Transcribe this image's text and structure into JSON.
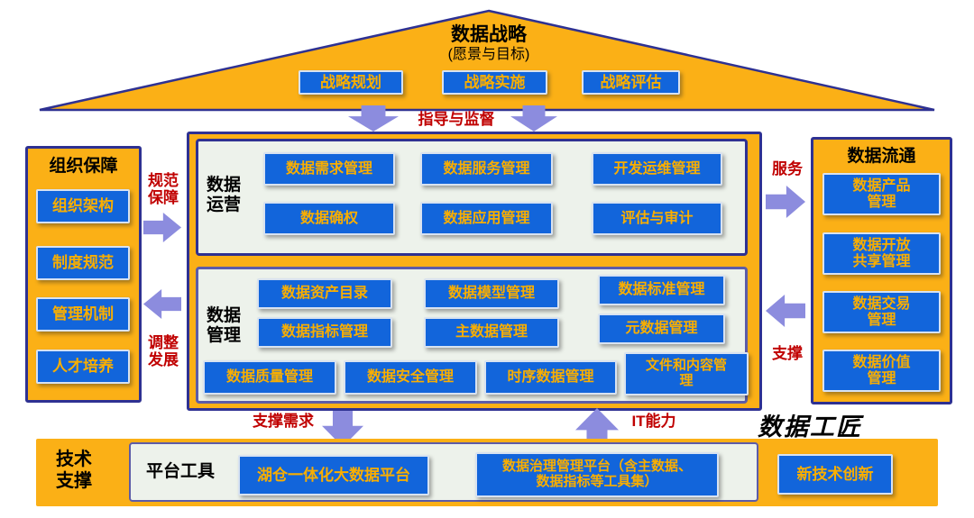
{
  "colors": {
    "orange": "#FBB016",
    "navy_border": "#2E3192",
    "purple_border": "#5C5CA8",
    "button_blue": "#1265DB",
    "button_text_gold": "#F9AE00",
    "label_red": "#C00000",
    "arrow_purple": "#8C8CDE",
    "inner_panel_bg": "#EDF2EB"
  },
  "roof": {
    "title": "数据战略",
    "subtitle": "(愿景与目标)",
    "buttons": [
      "战略规划",
      "战略实施",
      "战略评估"
    ]
  },
  "labels": {
    "guidance": "指导与监督",
    "norm_guarantee": "规范\n保障",
    "adjust_develop": "调整\n发展",
    "service": "服务",
    "support": "支撑",
    "support_demand": "支撑需求",
    "it_capability": "IT能力",
    "data_craftsman": "数据工匠"
  },
  "org_panel": {
    "title": "组织保障",
    "items": [
      "组织架构",
      "制度规范",
      "管理机制",
      "人才培养"
    ]
  },
  "ops_section": {
    "label": "数据\n运营",
    "rows": [
      [
        "数据需求管理",
        "数据服务管理",
        "开发运维管理"
      ],
      [
        "数据确权",
        "数据应用管理",
        "评估与审计"
      ]
    ]
  },
  "mgmt_section": {
    "label": "数据\n管理",
    "rows": [
      [
        "数据资产目录",
        "数据模型管理",
        "数据标准管理"
      ],
      [
        "数据指标管理",
        "主数据管理",
        "元数据管理"
      ],
      [
        "数据质量管理",
        "数据安全管理",
        "时序数据管理",
        "文件和内容管\n理"
      ]
    ]
  },
  "circulation_panel": {
    "title": "数据流通",
    "items": [
      "数据产品\n管理",
      "数据开放\n共享管理",
      "数据交易\n管理",
      "数据价值\n管理"
    ]
  },
  "tech_panel": {
    "title": "技术\n支撑",
    "tools_label": "平台工具",
    "buttons": [
      "湖仓一体化大数据平台",
      "数据治理管理平台（含主数据、\n数据指标等工具集）",
      "新技术创新"
    ]
  }
}
